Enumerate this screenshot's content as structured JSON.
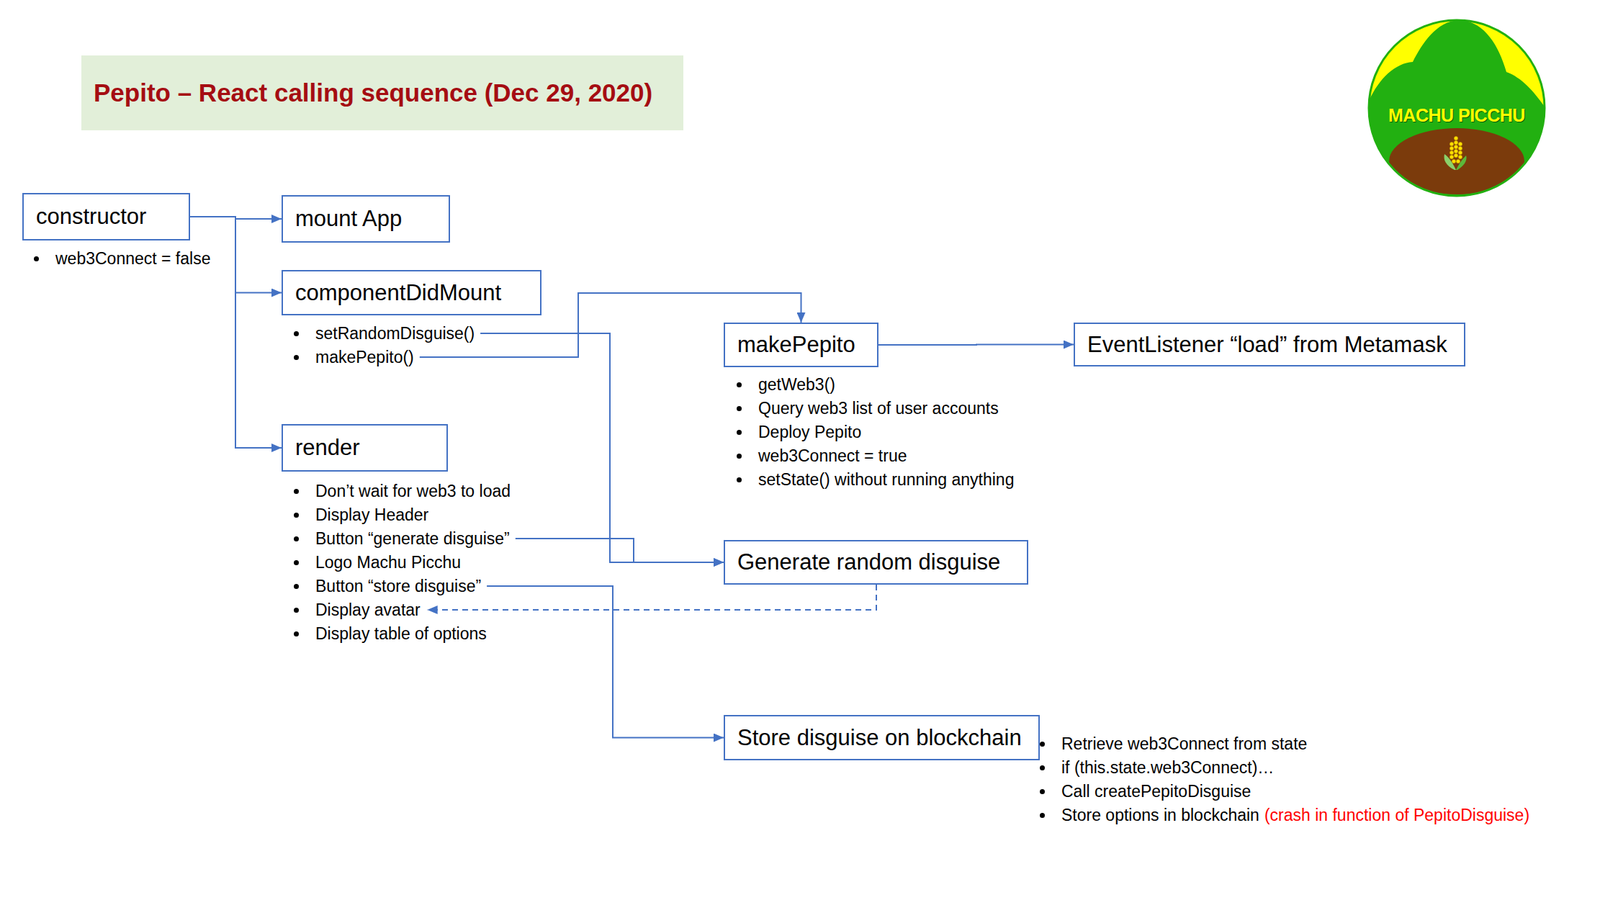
{
  "diagram": {
    "title": "Pepito – React calling sequence (Dec 29, 2020)",
    "nodes": [
      {
        "text": [
          "constructor",
          "web3Connect = false"
        ]
      },
      {
        "text": [
          "mount App"
        ]
      },
      {
        "text": [
          "componentDidMount",
          "setRandomDisguise()",
          "makePepito()"
        ]
      },
      {
        "text": [
          "render",
          "Don’t wait for web3 to load",
          "Display Header",
          "Button “generate disguise”",
          "Logo Machu Picchu",
          "Button “store disguise”",
          "Display avatar",
          "Display table of options"
        ]
      },
      {
        "text": [
          "makePepito",
          "getWeb3()",
          "Query web3 list of user accounts",
          "Deploy Pepito",
          "web3Connect = true",
          "setState() without running anything"
        ]
      },
      {
        "text": [
          "EventListener “load” from Metamask"
        ]
      },
      {
        "text": [
          "Generate random disguise"
        ]
      },
      {
        "text": [
          "Store disguise on blockchain",
          "Retrieve web3Connect from state",
          "if (this.state.web3Connect)…",
          "Call createPepitoDisguise",
          "Store options in blockchain",
          "(crash in function of PepitoDisguise)"
        ]
      }
    ],
    "edges": [
      {
        "from": 0,
        "to": 1,
        "arrow": "to"
      },
      {
        "from": 0,
        "to": 2,
        "arrow": "to"
      },
      {
        "from": 0,
        "to": 3,
        "arrow": "to"
      },
      {
        "from": 2,
        "to": 4,
        "arrow": "to"
      },
      {
        "from": 2,
        "to": 6,
        "arrow": "to"
      },
      {
        "from": 4,
        "to": 5,
        "arrow": "to"
      },
      {
        "from": 3,
        "to": 6,
        "arrow": "to"
      },
      {
        "from": 6,
        "to": 3,
        "arrow": "to"
      },
      {
        "from": 3,
        "to": 7,
        "arrow": "to"
      }
    ],
    "labels": [
      "MACHU PICCHU"
    ]
  }
}
